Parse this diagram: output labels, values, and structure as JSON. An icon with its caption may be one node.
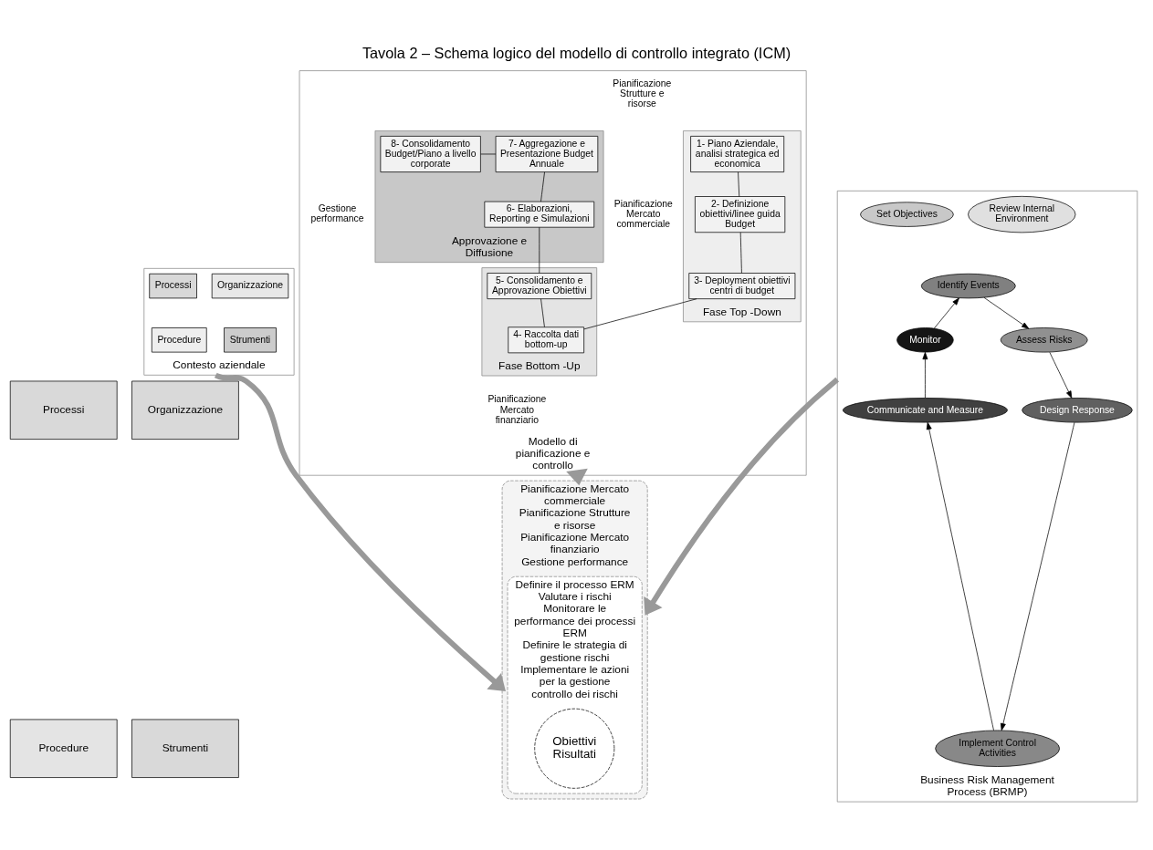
{
  "diagram": {
    "title": "Tavola 2 – Schema logico del modello di controllo integrato (ICM)",
    "nodes": [
      {
        "text": [
          "Modello di pianificazione e controllo"
        ]
      },
      {
        "text": [
          "Fase Top -Down"
        ],
        "in": 0
      },
      {
        "text": [
          "1- Piano Aziendale, analisi strategica ed economica"
        ],
        "in": 1
      },
      {
        "text": [
          "2- Definizione obiettivi/linee guida Budget"
        ],
        "in": 1
      },
      {
        "text": [
          "3- Deployment obiettivi centri di budget"
        ],
        "in": 1
      },
      {
        "text": [
          "Approvazione e Diffusione"
        ],
        "in": 0
      },
      {
        "text": [
          "7- Aggregazione e Presentazione Budget Annuale"
        ],
        "in": 5
      },
      {
        "text": [
          "8- Consolidamento Budget/Piano a livello corporate"
        ],
        "in": 5
      },
      {
        "text": [
          "6- Elaborazioni, Reporting e Simulazioni"
        ],
        "in": 5
      },
      {
        "text": [
          "Fase Bottom -Up"
        ],
        "in": 0
      },
      {
        "text": [
          "5- Consolidamento e Approvazione Obiettivi"
        ],
        "in": 9
      },
      {
        "text": [
          "4- Raccolta dati bottom-up"
        ],
        "in": 9
      },
      {
        "text": [
          "Contesto aziendale"
        ]
      },
      {
        "text": [
          "Organizzazione"
        ],
        "in": 12
      },
      {
        "text": [
          "Processi"
        ],
        "in": 12
      },
      {
        "text": [
          "Strumenti"
        ],
        "in": 12
      },
      {
        "text": [
          "Procedure"
        ],
        "in": 12
      },
      {
        "text": [
          "Business Risk Management Process (BRMP)"
        ]
      },
      {
        "text": [
          "Review Internal Environment"
        ],
        "in": 17
      },
      {
        "text": [
          "Set Objectives"
        ],
        "in": 17
      },
      {
        "text": [
          "Identify Events"
        ],
        "in": 17
      },
      {
        "text": [
          "Assess Risks"
        ],
        "in": 17
      },
      {
        "text": [
          "Design Response"
        ],
        "in": 17
      },
      {
        "text": [
          "Implement Control Activities"
        ],
        "in": 17
      },
      {
        "text": [
          "Communicate and Measure"
        ],
        "in": 17
      },
      {
        "text": [
          "Monitor"
        ],
        "in": 17
      },
      {
        "text": [
          "Organizzazione"
        ]
      },
      {
        "text": [
          "Processi"
        ]
      },
      {
        "text": [
          "Strumenti"
        ]
      },
      {
        "text": [
          "Procedure"
        ]
      },
      {
        "text": [
          "Pianificazione Mercato commerciale",
          "Pianificazione Strutture e risorse",
          "Pianificazione Mercato finanziario",
          "Gestione performance"
        ]
      },
      {
        "text": [
          "Definire il processo ERM",
          "Valutare i rischi",
          "Monitorare le performance dei processi ERM",
          "Definire le strategia di gestione rischi",
          "Implementare le azioni per la gestione controllo dei rischi"
        ],
        "in": 30
      },
      {
        "text": [
          "Obiettivi",
          "Risultati"
        ],
        "in": 31
      }
    ],
    "edges": [
      {
        "from": 2,
        "to": 3,
        "arrow": "none"
      },
      {
        "from": 3,
        "to": 4,
        "arrow": "none"
      },
      {
        "from": 4,
        "to": 11,
        "arrow": "none"
      },
      {
        "from": 11,
        "to": 10,
        "arrow": "none"
      },
      {
        "from": 10,
        "to": 8,
        "arrow": "none"
      },
      {
        "from": 8,
        "to": 6,
        "arrow": "none"
      },
      {
        "from": 6,
        "to": 7,
        "arrow": "none"
      },
      {
        "from": 25,
        "to": 20,
        "arrow": "to"
      },
      {
        "from": 20,
        "to": 21,
        "arrow": "to"
      },
      {
        "from": 21,
        "to": 22,
        "arrow": "to"
      },
      {
        "from": 22,
        "to": 23,
        "arrow": "to"
      },
      {
        "from": 23,
        "to": 24,
        "arrow": "to"
      },
      {
        "from": 24,
        "to": 25,
        "arrow": "to"
      },
      {
        "from": 0,
        "to": 30,
        "arrow": "to",
        "style": "thick",
        "color": "#999999"
      },
      {
        "from": 12,
        "to": 30,
        "arrow": "to",
        "style": "thick",
        "color": "#999999"
      },
      {
        "from": 17,
        "to": 30,
        "arrow": "to",
        "style": "thick",
        "color": "#999999"
      }
    ],
    "labels": [
      "Pianificazione Strutture e risorse",
      "Pianificazione Mercato commerciale",
      "Gestione performance",
      "Pianificazione Mercato finanziario"
    ]
  }
}
